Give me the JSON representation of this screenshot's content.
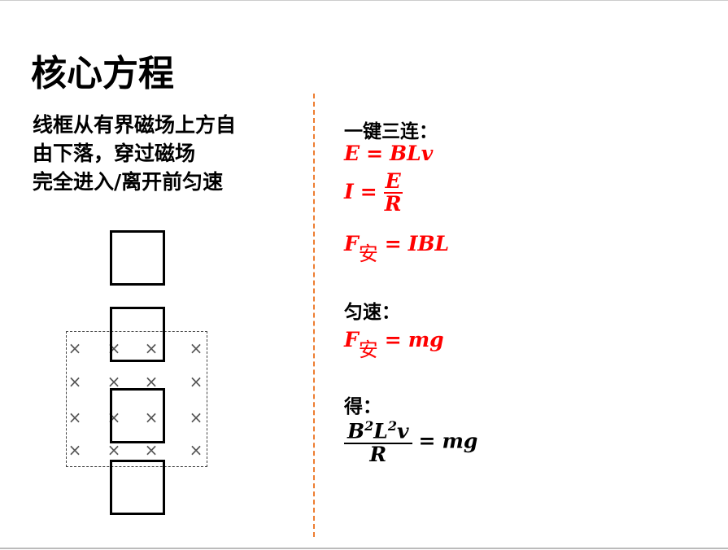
{
  "title": "核心方程",
  "description": [
    "线框从有界磁场上方自",
    "由下落，穿过磁场",
    "完全进入/离开前匀速"
  ],
  "diagram": {
    "field_mark": "×"
  },
  "sections": {
    "s1_label": "一键三连：",
    "eq1": {
      "lhs": "E",
      "op": "=",
      "rhs": "BLv"
    },
    "eq2": {
      "lhs": "I",
      "op": "=",
      "num": "E",
      "den": "R"
    },
    "eq3": {
      "lhs": "F",
      "sub": "安",
      "op": "=",
      "rhs": "IBL"
    },
    "s2_label": "匀速：",
    "eq4": {
      "lhs": "F",
      "sub": "安",
      "op": "=",
      "rhs": "mg"
    },
    "s3_label": "得：",
    "eq5": {
      "num_b": "B",
      "exp1": "2",
      "num_l": "L",
      "exp2": "2",
      "num_v": "v",
      "den": "R",
      "op": "=",
      "rhs": "mg"
    }
  },
  "colors": {
    "formula": "#FF0000",
    "divider": "#ED7D31"
  }
}
